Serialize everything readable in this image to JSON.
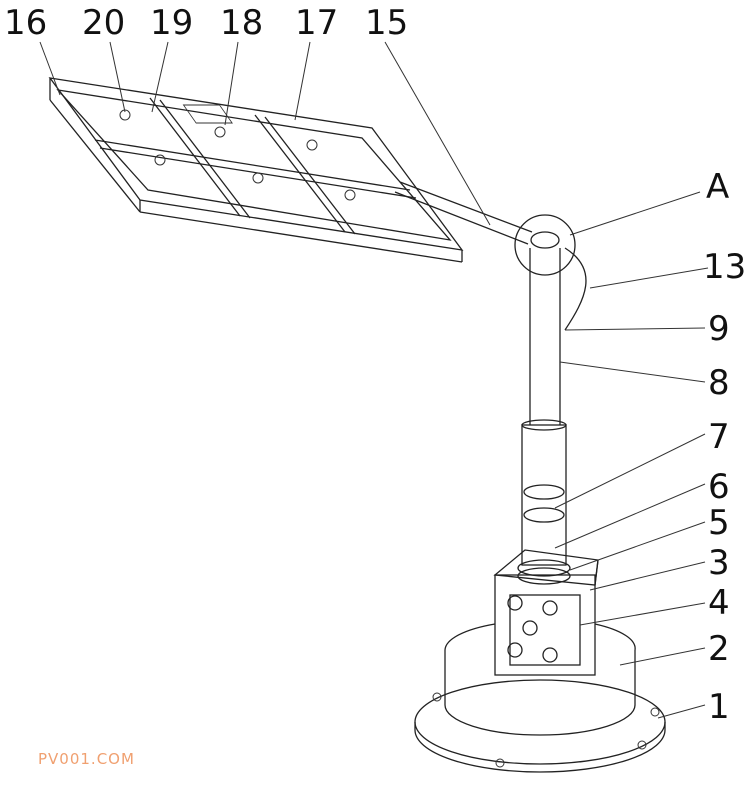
{
  "labels": {
    "l16": "16",
    "l20": "20",
    "l19": "19",
    "l18": "18",
    "l17": "17",
    "l15": "15",
    "lA": "A",
    "l13": "13",
    "l9": "9",
    "l8": "8",
    "l7": "7",
    "l6": "6",
    "l5": "5",
    "l3": "3",
    "l4": "4",
    "l2": "2",
    "l1": "1"
  },
  "watermark": "PV001.COM",
  "colors": {
    "line": "#222222",
    "watermark": "#f0a070"
  }
}
